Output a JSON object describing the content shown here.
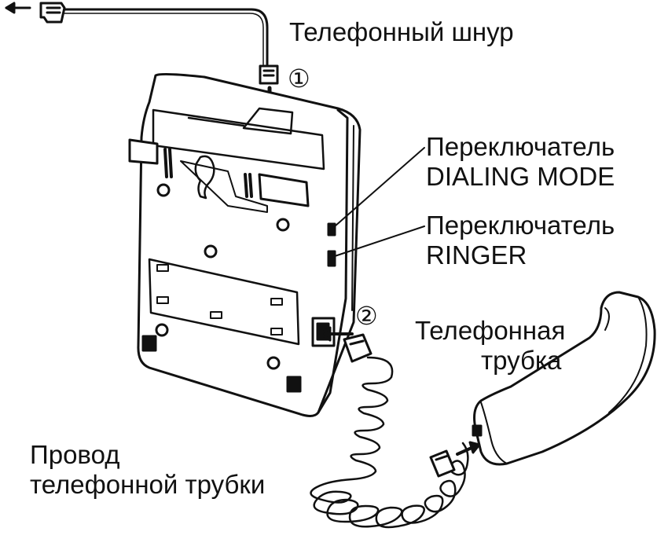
{
  "labels": {
    "telephone_cord": "Телефонный шнур",
    "dialing_mode_switch": [
      "Переключатель",
      "DIALING MODE"
    ],
    "ringer_switch": [
      "Переключатель",
      "RINGER"
    ],
    "handset": [
      "Телефонная",
      "трубка"
    ],
    "handset_cord": [
      "Провод",
      "телефонной трубки"
    ]
  },
  "steps": [
    "①",
    "②"
  ],
  "icons": {
    "arrow": "left-arrow-icon",
    "plug": "modular-plug-icon",
    "base": "telephone-base-unit",
    "handset": "handset-receiver"
  },
  "colors": {
    "ink": "#111111",
    "paper": "#ffffff",
    "shade": "#dddddd"
  }
}
